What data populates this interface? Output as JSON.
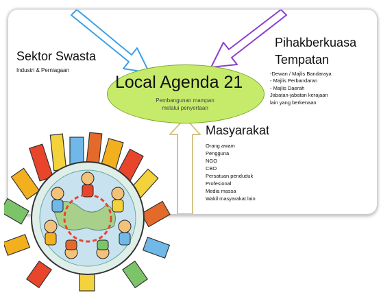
{
  "center": {
    "title": "Local Agenda 21",
    "line1": "Pembangunan mampan",
    "line2": "melalui penyertaan"
  },
  "private_sector": {
    "title": "Sektor Swasta",
    "subtitle": "Industri & Perniagaan"
  },
  "local_authority": {
    "title_line1": "Pihakberkuasa",
    "title_line2": "Tempatan",
    "items": [
      "-Dewan / Majlis Bandaraya",
      "- Majlis Perbandaran",
      "- Majlis Daerah",
      "Jabatan-jabatan kerajaan",
      "lain yang berkenaan"
    ]
  },
  "community": {
    "title": "Masyarakat",
    "items": [
      "Orang awam",
      "Pengguna",
      "NGO",
      "CBO",
      "Persatuan penduduk",
      "Profesional",
      "Media massa",
      "Wakil masyarakat lain"
    ]
  },
  "colors": {
    "ellipse_fill": "#c6ea6a",
    "arrow_blue": "#3aa0e6",
    "arrow_purple": "#8a3fd0",
    "arrow_tan": "#d6c28a"
  }
}
